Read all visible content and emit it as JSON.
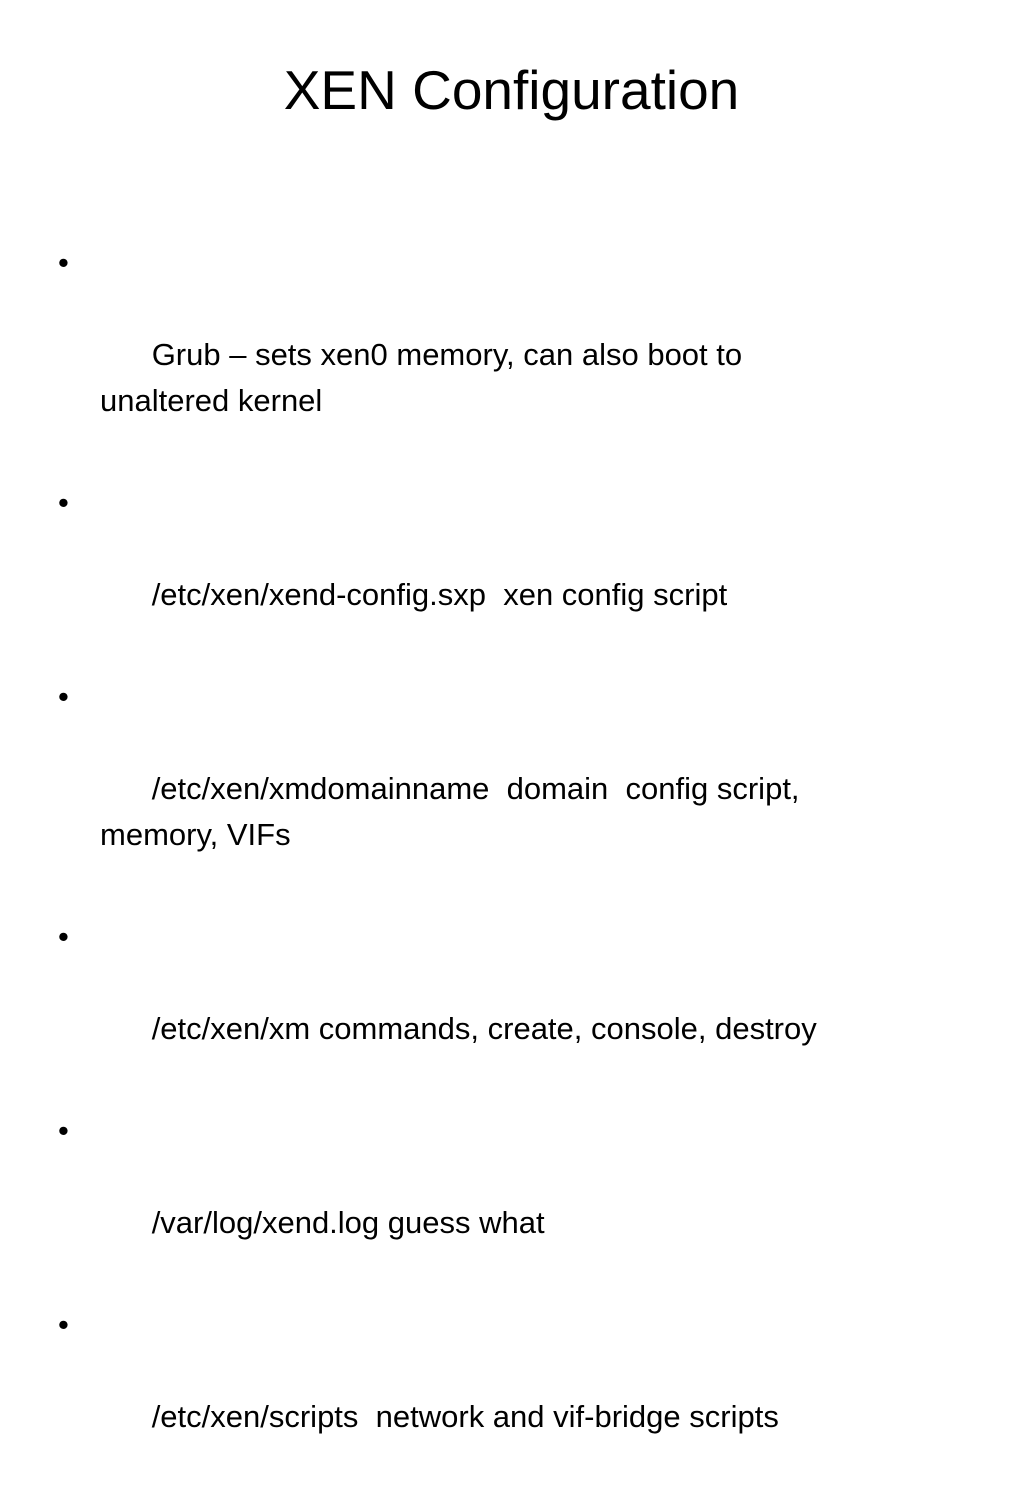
{
  "slide": {
    "title": "XEN Configuration",
    "bullet_glyph": "•",
    "bullets": [
      "Grub – sets xen0 memory, can also boot to\nunaltered kernel",
      "/etc/xen/xend-config.sxp  xen config script",
      "/etc/xen/xmdomainname  domain  config script,\nmemory, VIFs",
      "/etc/xen/xm commands, create, console, destroy",
      "/var/log/xend.log guess what",
      "/etc/xen/scripts  network and vif-bridge scripts"
    ]
  }
}
